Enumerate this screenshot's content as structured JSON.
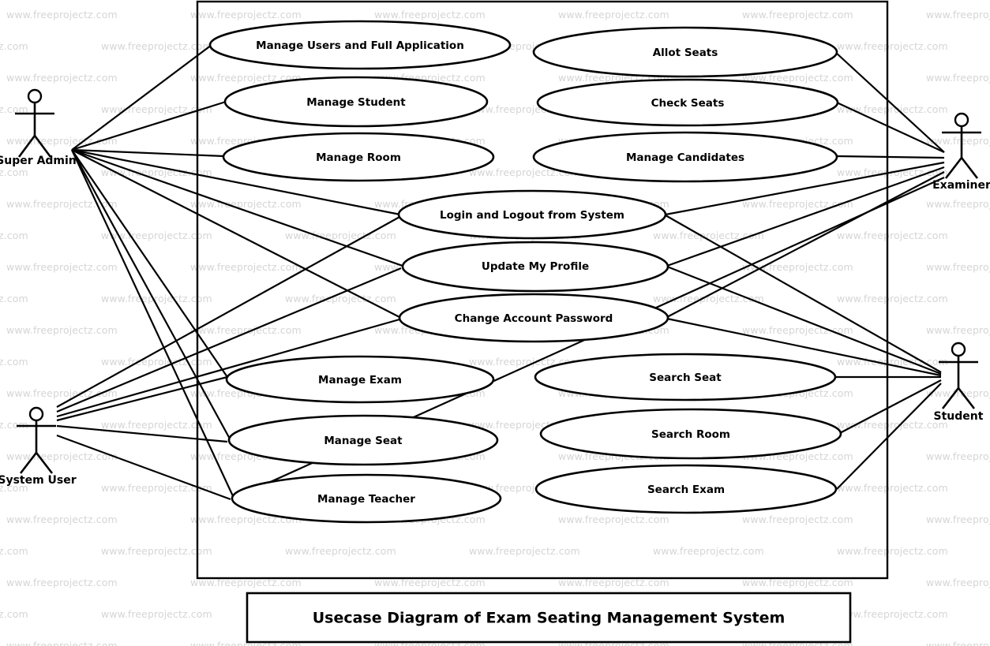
{
  "diagram": {
    "title": "Usecase Diagram of Exam Seating Management System",
    "watermark_text": "www.freeprojectz.com",
    "colors": {
      "stroke": "#000000",
      "fill": "#ffffff",
      "watermark": "#d5d5d5"
    }
  },
  "actors": [
    {
      "id": "super-admin",
      "label": "Super Admin"
    },
    {
      "id": "system-user",
      "label": "System User"
    },
    {
      "id": "examiner",
      "label": "Examiner"
    },
    {
      "id": "student",
      "label": "Student"
    }
  ],
  "usecases": [
    {
      "id": "manage-users-and-full-application",
      "label": "Manage Users and Full Application"
    },
    {
      "id": "manage-student",
      "label": "Manage Student"
    },
    {
      "id": "manage-room",
      "label": "Manage Room"
    },
    {
      "id": "allot-seats",
      "label": "Allot Seats"
    },
    {
      "id": "check-seats",
      "label": "Check Seats"
    },
    {
      "id": "manage-candidates",
      "label": "Manage Candidates"
    },
    {
      "id": "login-and-logout-from-system",
      "label": "Login and Logout from System"
    },
    {
      "id": "update-my-profile",
      "label": "Update My Profile"
    },
    {
      "id": "change-account-password",
      "label": "Change Account Password"
    },
    {
      "id": "manage-exam",
      "label": "Manage Exam"
    },
    {
      "id": "search-seat",
      "label": "Search Seat"
    },
    {
      "id": "manage-seat",
      "label": "Manage Seat"
    },
    {
      "id": "search-room",
      "label": "Search Room"
    },
    {
      "id": "manage-teacher",
      "label": "Manage Teacher"
    },
    {
      "id": "search-exam",
      "label": "Search Exam"
    }
  ]
}
